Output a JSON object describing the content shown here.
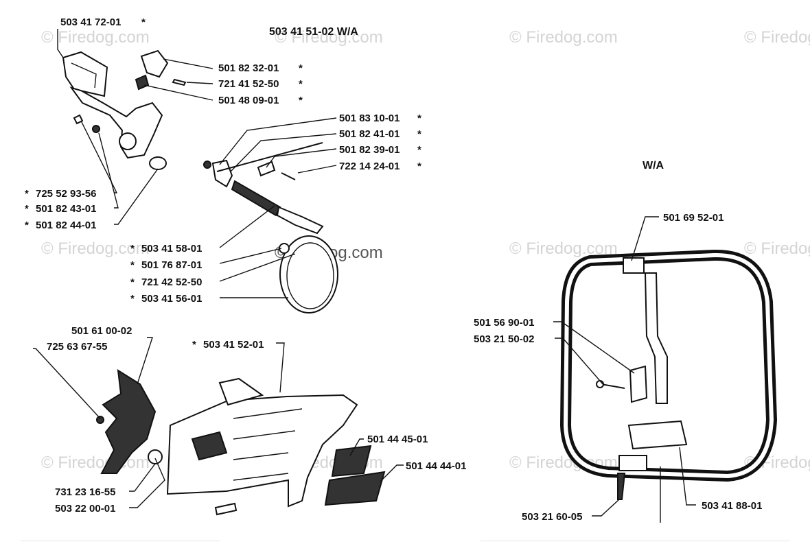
{
  "diagram": {
    "section_title": "503 41 51-02 W/A",
    "wa_title": "W/A",
    "watermark": "© Firedog.com",
    "part_numbers": {
      "p01": "503 41 72-01",
      "p02": "501 82 32-01",
      "p03": "721 41 52-50",
      "p04": "501 48 09-01",
      "p05": "501 83 10-01",
      "p06": "501 82 41-01",
      "p07": "501 82 39-01",
      "p08": "722 14 24-01",
      "p09": "725 52 93-56",
      "p10": "501 82 43-01",
      "p11": "501 82 44-01",
      "p12": "503 41 58-01",
      "p13": "501 76 87-01",
      "p14": "721 42 52-50",
      "p15": "503 41 56-01",
      "p16": "501 61 00-02",
      "p17": "725 63 67-55",
      "p18": "503 41 52-01",
      "p19": "501 44 45-01",
      "p20": "501 44 44-01",
      "p21": "731 23 16-55",
      "p22": "503 22 00-01",
      "p23": "501 69 52-01",
      "p24": "501 56 90-01",
      "p25": "503 21 50-02",
      "p26": "503 21 60-05",
      "p27": "503 41 88-01"
    },
    "asterisk": "*"
  }
}
